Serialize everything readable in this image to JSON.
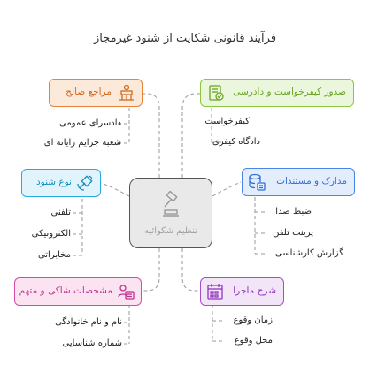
{
  "title": "فرآیند قانونی شکایت از شنود غیرمجاز",
  "center": {
    "label": "تنظیم شکوائیه",
    "icon": "gavel-icon"
  },
  "nodes": {
    "issuance": {
      "label": "صدور کیفرخواست و دادرسی",
      "icon": "document-check-icon",
      "color": "#8dc63f",
      "items": [
        "کیفرخواست",
        "دادگاه کیفری"
      ]
    },
    "evidence": {
      "label": "مدارک و مستندات",
      "icon": "database-icon",
      "color": "#4a86e8",
      "items": [
        "ضبط صدا",
        "پرینت تلفن",
        "گزارش کارشناسی"
      ]
    },
    "description": {
      "label": "شرح ماجرا",
      "icon": "calendar-icon",
      "color": "#a64dcc",
      "items": [
        "زمان وقوع",
        "محل وقوع"
      ]
    },
    "complainant": {
      "label": "مشخصات شاکی و متهم",
      "icon": "id-card-icon",
      "color": "#d64ba8",
      "items": [
        "نام و نام خانوادگی",
        "شماره شناسایی"
      ]
    },
    "type": {
      "label": "نوع شنود",
      "icon": "satellite-icon",
      "color": "#29abe2",
      "items": [
        "تلفنی",
        "الکترونیکی",
        "مخابراتی"
      ]
    },
    "authority": {
      "label": "مراجع صالح",
      "icon": "courthouse-icon",
      "color": "#e8833a",
      "items": [
        "دادسرای عمومی",
        "شعبه جرایم رایانه ای"
      ]
    }
  }
}
